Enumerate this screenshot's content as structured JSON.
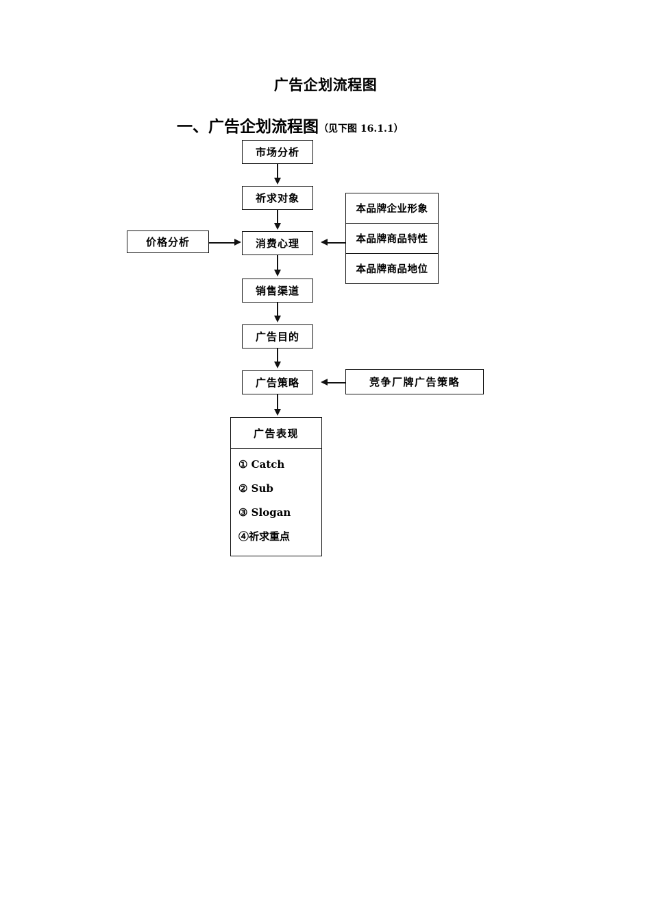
{
  "document": {
    "title": "广告企划流程图",
    "heading_main": "一、广告企划流程图",
    "heading_note": "（见下图 16.1.1）"
  },
  "chart_data": {
    "type": "diagram",
    "title": "广告企划流程图",
    "figure_label": "图 16.1.1",
    "main_flow": [
      {
        "id": "market",
        "label": "市场分析"
      },
      {
        "id": "target",
        "label": "祈求对象"
      },
      {
        "id": "psych",
        "label": "消费心理"
      },
      {
        "id": "channel",
        "label": "销售渠道"
      },
      {
        "id": "purpose",
        "label": "广告目的"
      },
      {
        "id": "strategy",
        "label": "广告策略"
      },
      {
        "id": "express",
        "label": "广告表现"
      }
    ],
    "side_inputs": {
      "left": {
        "id": "price",
        "label": "价格分析",
        "target": "psych"
      },
      "brand_stack": {
        "target": "psych",
        "rows": [
          "本品牌企业形象",
          "本品牌商品特性",
          "本品牌商品地位"
        ]
      },
      "competitor": {
        "id": "competitor",
        "label": "竞争厂牌广告策略",
        "target": "strategy"
      }
    },
    "expression_box": {
      "header": "广告表现",
      "items": [
        "① Catch",
        "② Sub",
        "③ Slogan",
        "④祈求重点"
      ]
    },
    "edges": [
      {
        "from": "market",
        "to": "target",
        "dir": "down"
      },
      {
        "from": "target",
        "to": "psych",
        "dir": "down"
      },
      {
        "from": "price",
        "to": "psych",
        "dir": "right"
      },
      {
        "from": "brand_stack",
        "to": "psych",
        "dir": "left"
      },
      {
        "from": "psych",
        "to": "channel",
        "dir": "down"
      },
      {
        "from": "channel",
        "to": "purpose",
        "dir": "down"
      },
      {
        "from": "purpose",
        "to": "strategy",
        "dir": "down"
      },
      {
        "from": "competitor",
        "to": "strategy",
        "dir": "left"
      },
      {
        "from": "strategy",
        "to": "express",
        "dir": "down"
      }
    ],
    "colors": {
      "stroke": "#111111",
      "fill": "#ffffff",
      "text": "#000000"
    }
  }
}
